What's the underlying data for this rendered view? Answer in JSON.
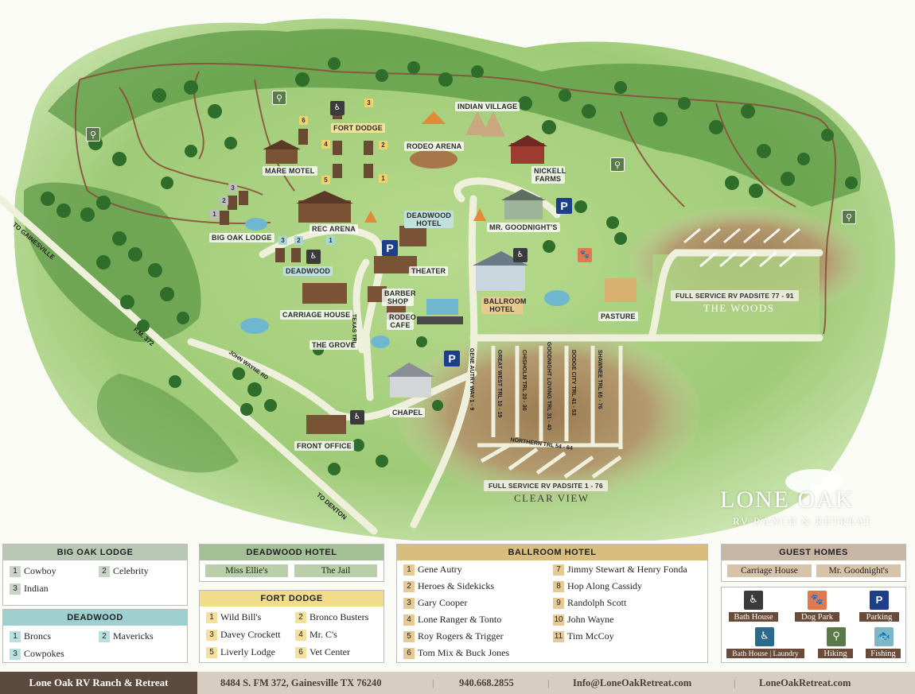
{
  "map": {
    "labels": {
      "fort_dodge": "FORT DODGE",
      "mare_motel": "MARE MOTEL",
      "indian_village": "INDIAN VILLAGE",
      "rodeo_arena": "RODEO ARENA",
      "nickell_farms": "NICKELL FARMS",
      "big_oak_lodge": "BIG OAK LODGE",
      "rec_arena": "REC ARENA",
      "deadwood_hotel": "DEADWOOD HOTEL",
      "mr_goodnights": "MR. GOODNIGHT'S",
      "deadwood": "DEADWOOD",
      "theater": "THEATER",
      "ballroom_hotel": "BALLROOM HOTEL",
      "pasture": "PASTURE",
      "carriage_house": "CARRIAGE HOUSE",
      "barber_shop": "BARBER SHOP",
      "rodeo_cafe": "RODEO CAFE",
      "the_grove": "THE GROVE",
      "chapel": "CHAPEL",
      "front_office": "FRONT OFFICE",
      "padsite_woods": "FULL SERVICE RV PADSITE 77 - 91",
      "the_woods": "THE WOODS",
      "padsite_clear": "FULL SERVICE RV PADSITE 1 - 76",
      "clear_view": "CLEAR VIEW"
    },
    "roads": {
      "to_gainesville": "TO GAINESVILLE",
      "fm372": "F.M. 372",
      "to_denton": "TO DENTON",
      "john_wayne": "JOHN WAYNE RD",
      "texas_trl": "TEXAS TRL",
      "gene_autry": "GENE AUTRY WAY 1 - 9",
      "great_west": "GREAT WEST TRL 10 - 19",
      "chisholm": "CHISHOLM TRL 20 - 30",
      "goodnight": "GOODNIGHT LOVING TRL 31 - 40",
      "dodge_city": "DODGE CITY TRL 41 - 53",
      "shawnee": "SHAWNEE TRL 65 - 76",
      "northern": "NORTHERN TRL 54 - 64"
    },
    "parking_symbol": "P",
    "logo": {
      "title": "LONE OAK",
      "subtitle": "RV RANCH & RETREAT"
    }
  },
  "legend": {
    "big_oak_lodge": {
      "title": "BIG OAK LODGE",
      "items": [
        {
          "n": "1",
          "name": "Cowboy"
        },
        {
          "n": "2",
          "name": "Celebrity"
        },
        {
          "n": "3",
          "name": "Indian"
        }
      ]
    },
    "deadwood": {
      "title": "DEADWOOD",
      "items": [
        {
          "n": "1",
          "name": "Broncs"
        },
        {
          "n": "2",
          "name": "Mavericks"
        },
        {
          "n": "3",
          "name": "Cowpokes"
        }
      ]
    },
    "deadwood_hotel": {
      "title": "DEADWOOD HOTEL",
      "items": [
        "Miss Ellie's",
        "The Jail"
      ]
    },
    "fort_dodge": {
      "title": "FORT DODGE",
      "items": [
        {
          "n": "1",
          "name": "Wild Bill's"
        },
        {
          "n": "2",
          "name": "Bronco Busters"
        },
        {
          "n": "3",
          "name": "Davey Crockett"
        },
        {
          "n": "4",
          "name": "Mr. C's"
        },
        {
          "n": "5",
          "name": "Liverly Lodge"
        },
        {
          "n": "6",
          "name": "Vet Center"
        }
      ]
    },
    "ballroom_hotel": {
      "title": "BALLROOM HOTEL",
      "items": [
        {
          "n": "1",
          "name": "Gene Autry"
        },
        {
          "n": "2",
          "name": "Heroes & Sidekicks"
        },
        {
          "n": "3",
          "name": "Gary Cooper"
        },
        {
          "n": "4",
          "name": "Lone Ranger & Tonto"
        },
        {
          "n": "5",
          "name": "Roy Rogers & Trigger"
        },
        {
          "n": "6",
          "name": "Tom Mix & Buck Jones"
        },
        {
          "n": "7",
          "name": "Jimmy Stewart & Henry Fonda"
        },
        {
          "n": "8",
          "name": "Hop Along Cassidy"
        },
        {
          "n": "9",
          "name": "Randolph Scott"
        },
        {
          "n": "10",
          "name": "John Wayne"
        },
        {
          "n": "11",
          "name": "Tim McCoy"
        }
      ]
    },
    "guest_homes": {
      "title": "GUEST HOMES",
      "items": [
        "Carriage House",
        "Mr. Goodnight's"
      ]
    },
    "icons": {
      "bath_house": "Bath House",
      "dog_park": "Dog Park",
      "parking": "Parking",
      "bath_laundry": "Bath House | Laundry",
      "hiking": "Hiking",
      "fishing": "Fishing"
    }
  },
  "footer": {
    "name": "Lone Oak RV Ranch & Retreat",
    "address": "8484 S. FM 372, Gainesville TX 76240",
    "phone": "940.668.2855",
    "email": "Info@LoneOakRetreat.com",
    "website": "LoneOakRetreat.com",
    "separator": "|"
  },
  "colors": {
    "forest": "#4f8f3c",
    "meadow": "#a6cf7f",
    "path": "#8b4a3a",
    "road": "#e8ebd3",
    "footer_dark": "#5c4a3e",
    "footer_light": "#d7cec2"
  }
}
